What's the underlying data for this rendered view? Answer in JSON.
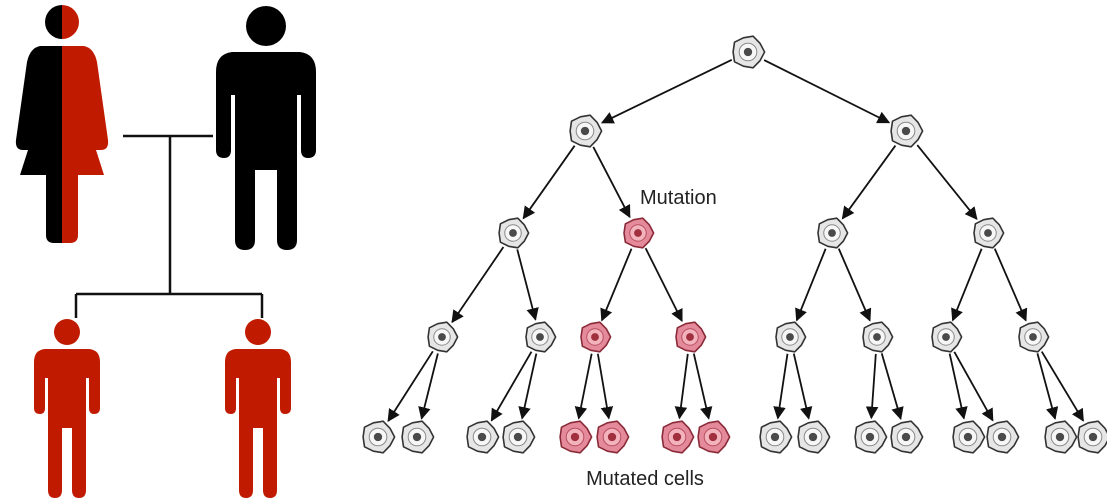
{
  "labels": {
    "mutation": "Mutation",
    "mutated_cells": "Mutated cells"
  },
  "colors": {
    "affected": "#c01a00",
    "unaffected": "#000000",
    "normal_cell_fill": "#e6e6e6",
    "normal_cell_nucleus": "#4a4a4a",
    "mutated_cell_fill": "#e58a9a",
    "mutated_cell_nucleus": "#a0303e",
    "line": "#111111"
  },
  "pedigree": {
    "mother": {
      "icon": "female-figure-icon",
      "affected": "half"
    },
    "father": {
      "icon": "male-figure-icon",
      "affected": false
    },
    "children": [
      {
        "icon": "male-figure-icon",
        "affected": true
      },
      {
        "icon": "male-figure-icon",
        "affected": true
      }
    ]
  },
  "cell_tree": {
    "generations": 5,
    "mutation_at": {
      "generation": 3,
      "index": 1
    }
  }
}
